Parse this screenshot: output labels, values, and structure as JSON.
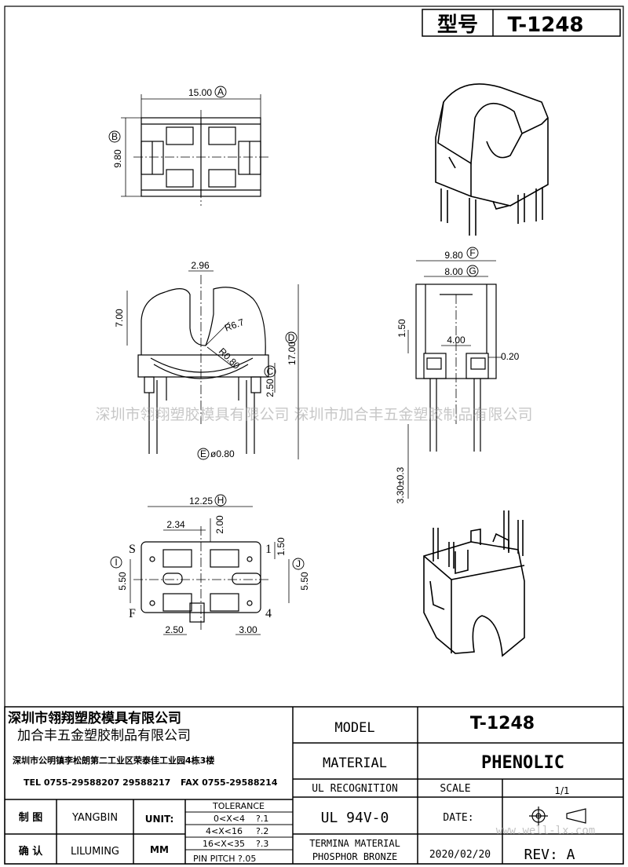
{
  "header": {
    "model_cn": "型号",
    "model_value": "T-1248"
  },
  "watermark": "深圳市翎翔塑胶模具有限公司  深圳市加合丰五金塑胶制品有限公司",
  "watermark_url": "www.well-lx.com",
  "dims": {
    "top_width": "15.00",
    "top_width_ref": "A",
    "top_height": "9.80",
    "top_height_ref": "B",
    "front_slot": "2.96",
    "front_top": "7.00",
    "front_r1": "R6.7",
    "front_r2": "R0.80",
    "front_total": "17.00",
    "front_total_ref": "D",
    "front_pin_top": "2.50",
    "front_pin_top_ref": "C",
    "pin_dia": "ø0.80",
    "pin_dia_ref": "E",
    "side_outer": "9.80",
    "side_outer_ref": "F",
    "side_inner": "8.00",
    "side_inner_ref": "G",
    "side_h": "1.50",
    "side_gap": "4.00",
    "side_wall": "0.20",
    "side_pin": "3.30±0.3",
    "bottom_width": "12.25",
    "bottom_width_ref": "H",
    "bottom_234": "2.34",
    "bottom_200": "2.00",
    "bottom_150": "1.50",
    "bottom_left_h": "5.50",
    "bottom_left_ref": "I",
    "bottom_right_h": "5.50",
    "bottom_right_ref": "J",
    "bottom_250": "2.50",
    "bottom_300": "3.00",
    "pin_s": "S",
    "pin_1": "1",
    "pin_f": "F",
    "pin_4": "4"
  },
  "title_block": {
    "company1": "深圳市翎翔塑胶模具有限公司",
    "company2": "加合丰五金塑胶制品有限公司",
    "address": "深圳市公明镇李松朗第二工业区荣泰佳工业园4栋3楼",
    "tel": "TEL 0755-29588207 29588217",
    "fax": "FAX 0755-29588214",
    "drawn_label": "制 图",
    "drawn_by": "YANGBIN",
    "checked_label": "确 认",
    "checked_by": "LILUMING",
    "unit_label": "UNIT:",
    "unit_value": "MM",
    "tolerance_title": "TOLERANCE",
    "tol_rows": [
      {
        "range": "0<X<4",
        "val": "?.1"
      },
      {
        "range": "4<X<16",
        "val": "?.2"
      },
      {
        "range": "16<X<35",
        "val": "?.3"
      }
    ],
    "pin_pitch": "PIN PITCH ?.05",
    "model_label": "MODEL",
    "model_value": "T-1248",
    "material_label": "MATERIAL",
    "material_value": "PHENOLIC",
    "ul_label": "UL RECOGNITION",
    "ul_value": "UL 94V-0",
    "scale_label": "SCALE",
    "scale_value": "1/1",
    "date_label": "DATE:",
    "date_value": "2020/02/20",
    "termina1": "TERMINA MATERIAL",
    "termina2": "PHOSPHOR BRONZE",
    "rev_label": "REV: A"
  }
}
